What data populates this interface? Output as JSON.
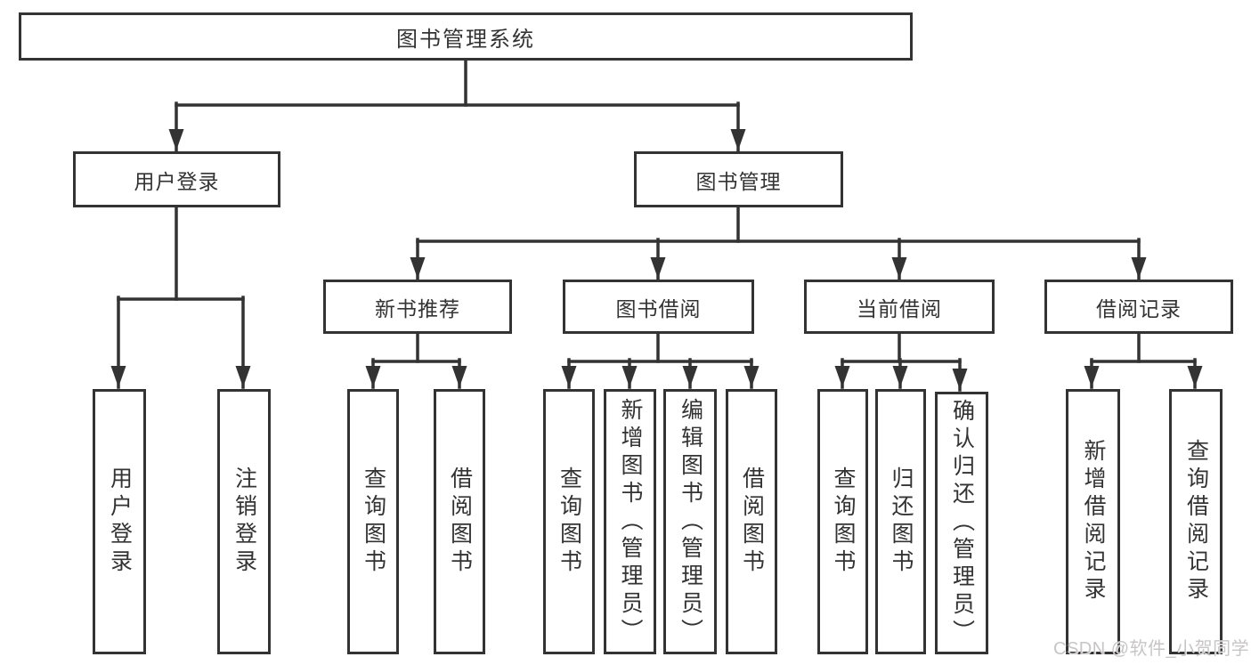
{
  "diagram": {
    "root": {
      "label": "图书管理系统",
      "children": [
        {
          "label": "用户登录",
          "children": [
            {
              "label": "用户登录"
            },
            {
              "label": "注销登录"
            }
          ]
        },
        {
          "label": "图书管理",
          "children": [
            {
              "label": "新书推荐",
              "children": [
                {
                  "label": "查询图书"
                },
                {
                  "label": "借阅图书"
                }
              ]
            },
            {
              "label": "图书借阅",
              "children": [
                {
                  "label": "查询图书"
                },
                {
                  "label": "新增图书（管理员）"
                },
                {
                  "label": "编辑图书（管理员）"
                },
                {
                  "label": "借阅图书"
                }
              ]
            },
            {
              "label": "当前借阅",
              "children": [
                {
                  "label": "查询图书"
                },
                {
                  "label": "归还图书"
                },
                {
                  "label": "确认归还（管理员）"
                }
              ]
            },
            {
              "label": "借阅记录",
              "children": [
                {
                  "label": "新增借阅记录"
                },
                {
                  "label": "查询借阅记录"
                }
              ]
            }
          ]
        }
      ]
    }
  },
  "watermark": {
    "text": "CSDN @软件_小贺同学"
  },
  "colors": {
    "line": "#333333",
    "box_border": "#333333",
    "text": "#333333",
    "background": "#ffffff",
    "watermark": "#c7c5c6"
  }
}
